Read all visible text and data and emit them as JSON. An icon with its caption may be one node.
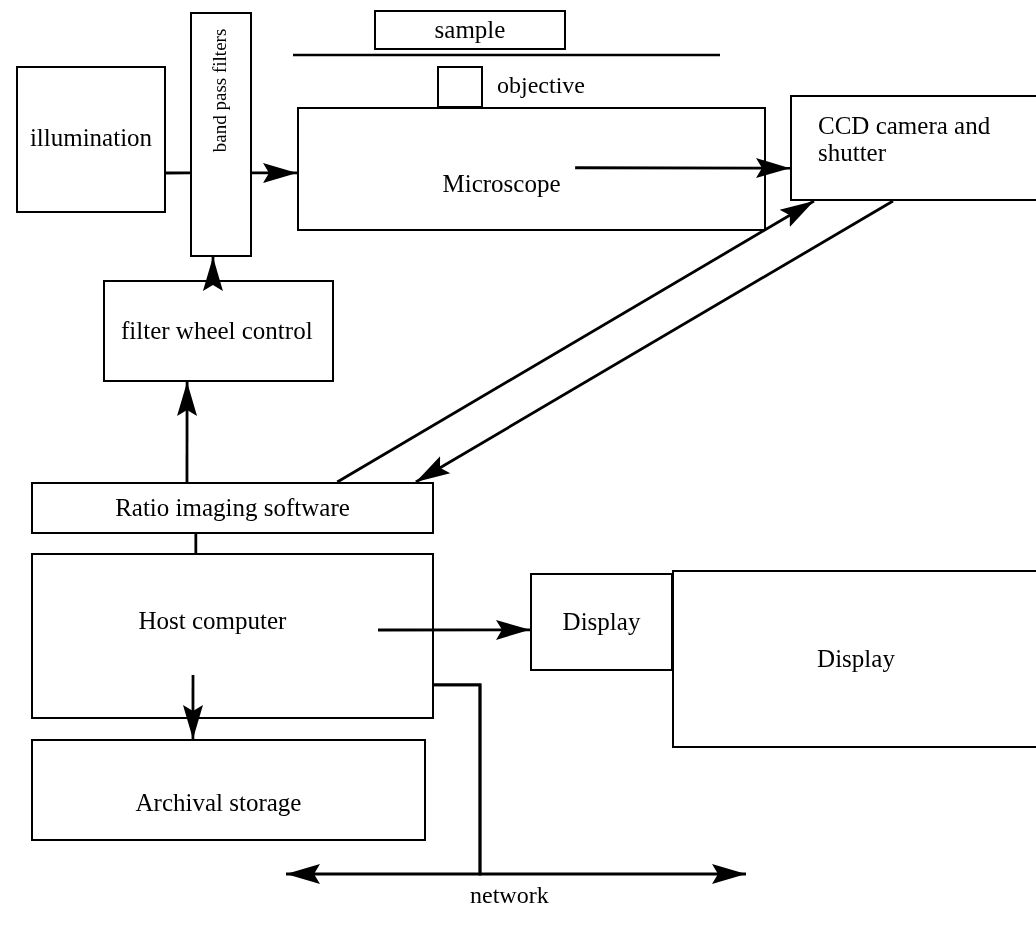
{
  "diagram": {
    "nodes": [
      {
        "text": [
          "illumination"
        ]
      },
      {
        "text": [
          "band pass filters"
        ]
      },
      {
        "text": [
          "sample"
        ]
      },
      {
        "text": [],
        "shape": "box",
        "beside": [
          "objective"
        ]
      },
      {
        "text": [
          "Microscope"
        ]
      },
      {
        "text": [
          "CCD camera and shutter"
        ]
      },
      {
        "text": [
          "filter wheel control"
        ]
      },
      {
        "text": [
          "Ratio imaging software"
        ]
      },
      {
        "text": [
          "Host computer"
        ]
      },
      {
        "text": [
          "Display"
        ]
      },
      {
        "text": [
          "Display"
        ]
      },
      {
        "text": [
          "Archival storage"
        ]
      }
    ],
    "edges": [
      {
        "from": 0,
        "to": 1,
        "arrow": "none"
      },
      {
        "from": 1,
        "to": 4,
        "arrow": "to"
      },
      {
        "from": 4,
        "to": 5,
        "arrow": "to"
      },
      {
        "from": 6,
        "to": 1,
        "arrow": "to"
      },
      {
        "from": 7,
        "to": 6,
        "arrow": "to"
      },
      {
        "from": 7,
        "to": 5,
        "arrow": "to"
      },
      {
        "from": 5,
        "to": 7,
        "arrow": "to"
      },
      {
        "from": 7,
        "to": 8,
        "arrow": "none"
      },
      {
        "from": 8,
        "to": 9,
        "arrow": "to"
      },
      {
        "from": 8,
        "to": 11,
        "arrow": "to"
      },
      {
        "from": 8,
        "to": null,
        "arrow": "to"
      },
      {
        "from": 8,
        "to": null,
        "arrow": "to"
      }
    ],
    "labels": [
      "network"
    ]
  }
}
